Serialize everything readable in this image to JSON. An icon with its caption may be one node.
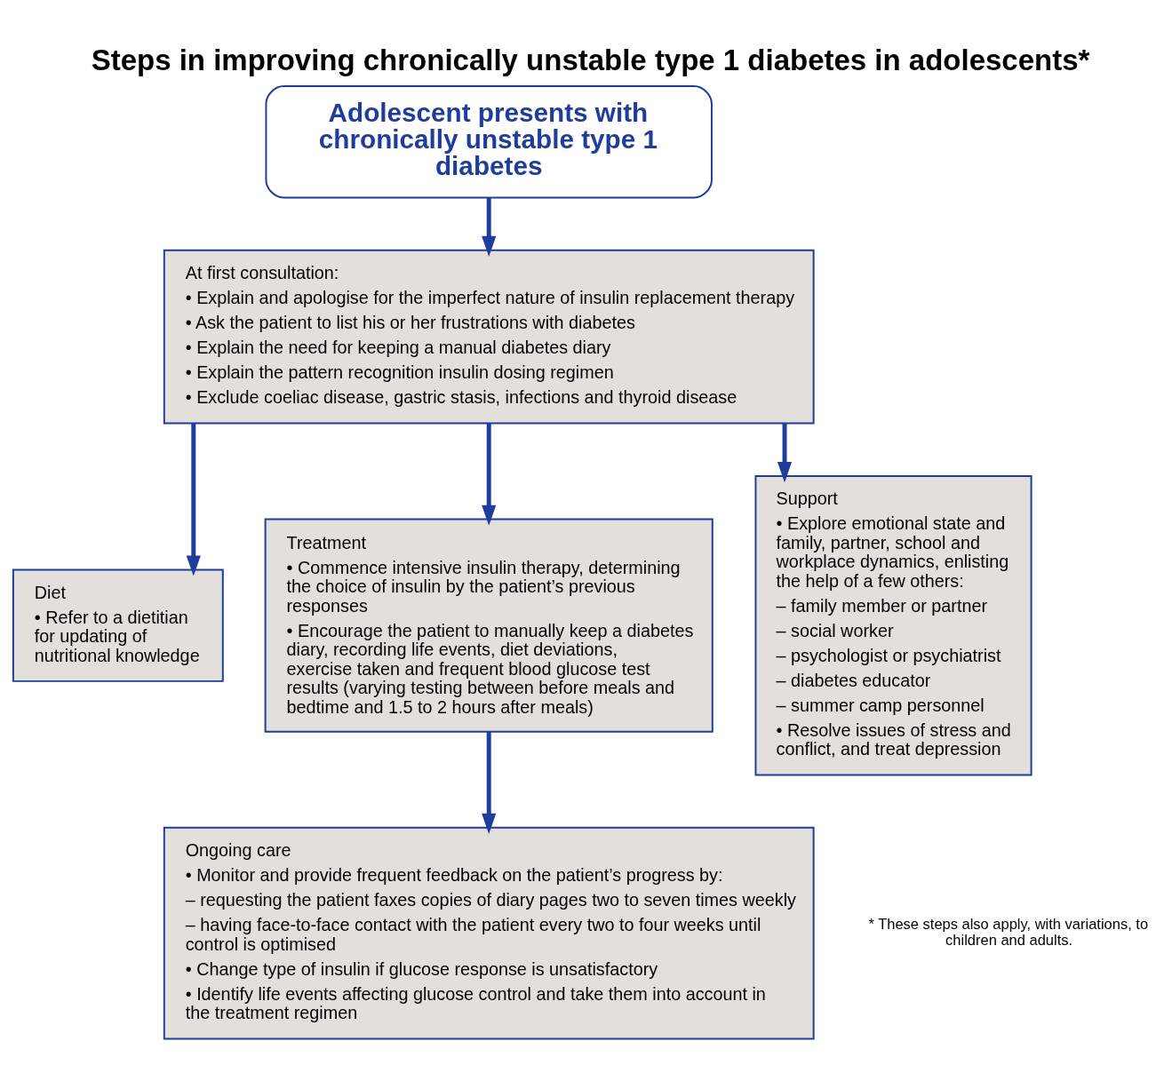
{
  "diagram": {
    "title": "Steps in improving chronically unstable type 1 diabetes in adolescents*",
    "nodes": [
      {
        "text": [
          "Adolescent presents with chronically unstable type 1 diabetes"
        ]
      },
      {
        "text": [
          "At first consultation:",
          "• Explain and apologise for the imperfect nature of insulin replacement therapy",
          "• Ask the patient to list his or her frustrations with diabetes",
          "• Explain the need for keeping a manual diabetes diary",
          "• Explain the pattern recognition insulin dosing regimen",
          "• Exclude coeliac disease, gastric stasis, infections and thyroid disease"
        ]
      },
      {
        "text": [
          "Diet",
          "• Refer to a dietitian for updating of nutritional knowledge"
        ]
      },
      {
        "text": [
          "Treatment",
          "• Commence intensive insulin therapy, determining the choice of insulin by the patient’s previous responses",
          "• Encourage the patient to manually keep a diabetes diary, recording life events, diet deviations, exercise taken and frequent blood glucose test results (varying testing between before meals and bedtime and 1.5 to 2 hours after meals)"
        ]
      },
      {
        "text": [
          "Support",
          "• Explore emotional state and family, partner, school and workplace dynamics, enlisting the help of a few others:",
          "– family member or partner",
          "– social worker",
          "– psychologist or psychiatrist",
          "– diabetes educator",
          "– summer camp personnel",
          "• Resolve issues of stress and conflict, and treat depression"
        ]
      },
      {
        "text": [
          "Ongoing care",
          "• Monitor and provide frequent feedback on the patient’s progress by:",
          "– requesting the patient faxes copies of diary pages two to seven times weekly",
          "– having face-to-face contact with the patient every two to four weeks until control is optimised",
          "• Change type of insulin if glucose response is unsatisfactory",
          "• Identify life events affecting glucose control and take them into account in the treatment regimen"
        ]
      }
    ],
    "edges": [
      {
        "from": 0,
        "to": 1,
        "arrow": "to"
      },
      {
        "from": 1,
        "to": 2,
        "arrow": "to"
      },
      {
        "from": 1,
        "to": 3,
        "arrow": "to"
      },
      {
        "from": 1,
        "to": 4,
        "arrow": "to"
      },
      {
        "from": 3,
        "to": 5,
        "arrow": "to"
      }
    ],
    "labels": [
      "* These steps also apply, with variations, to children and adults."
    ]
  }
}
